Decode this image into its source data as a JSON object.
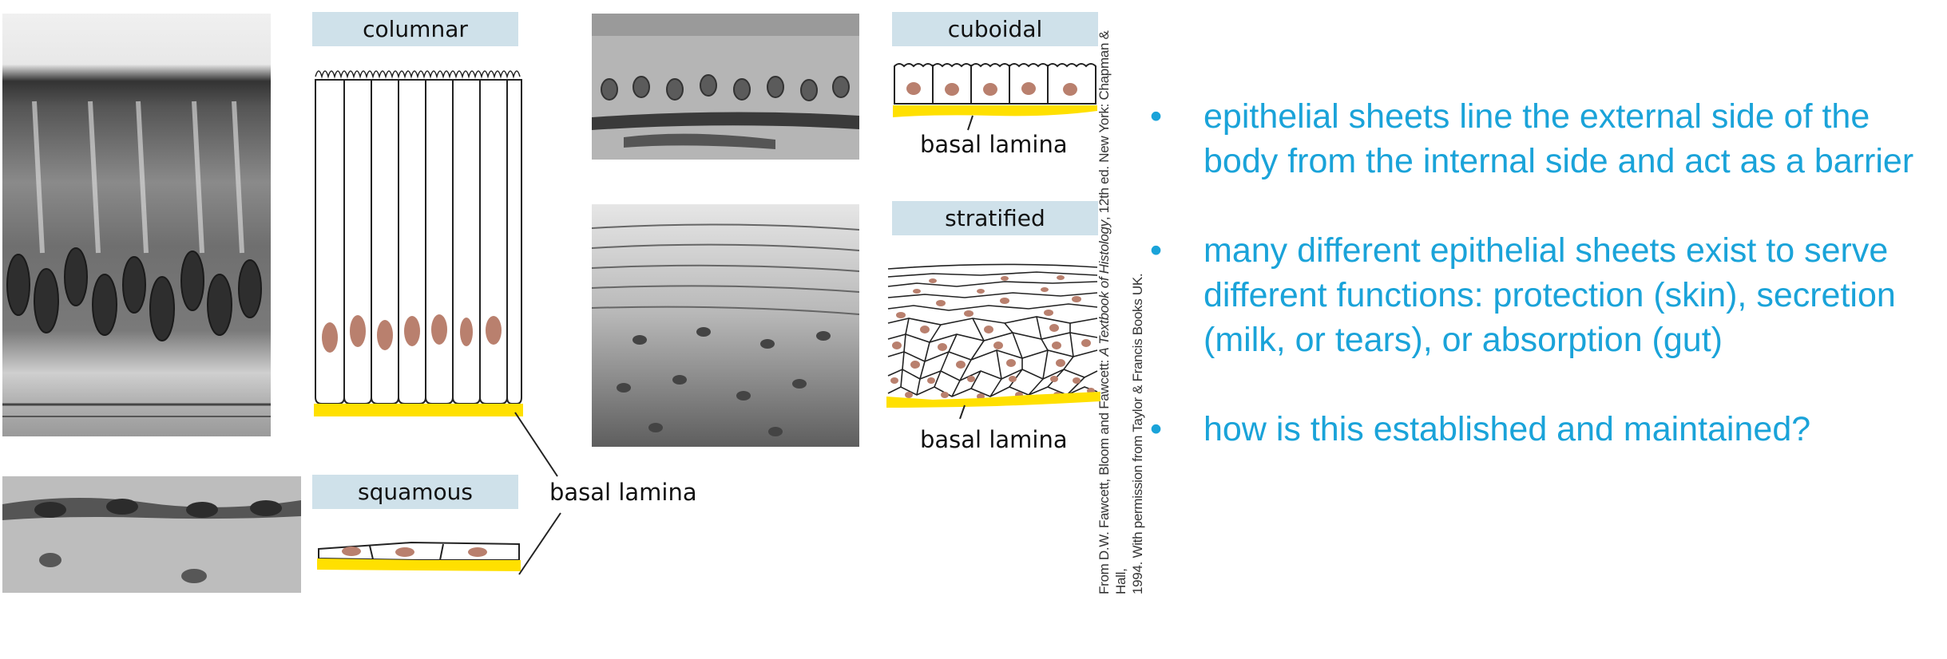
{
  "labels": {
    "columnar": "columnar",
    "squamous": "squamous",
    "cuboidal": "cuboidal",
    "stratified": "stratified"
  },
  "basal_lamina": {
    "columnar_squamous": "basal lamina",
    "cuboidal": "basal lamina",
    "stratified": "basal lamina"
  },
  "credit": {
    "line1_pre": "From D.W. Fawcett, Bloom and Fawcett: ",
    "line1_title": "A Textbook of Histology",
    "line1_post": ", 12th ed. New York: Chapman & Hall,",
    "line2": "1994. With permission from Taylor & Francis Books UK."
  },
  "bullets": [
    {
      "marker": "•",
      "text": "epithelial sheets line the external side of the body from the internal side and act as a barrier"
    },
    {
      "marker": "•",
      "text": "many different epithelial sheets exist to serve different functions: protection (skin), secretion (milk, or tears), or absorption (gut)"
    },
    {
      "marker": "•",
      "text": "how is this established and maintained?"
    }
  ],
  "colors": {
    "label_bg": "#cfe1ea",
    "basal_lamina": "#ffe000",
    "nucleus": "#b9806e",
    "bullet_text": "#1aa3d9"
  }
}
